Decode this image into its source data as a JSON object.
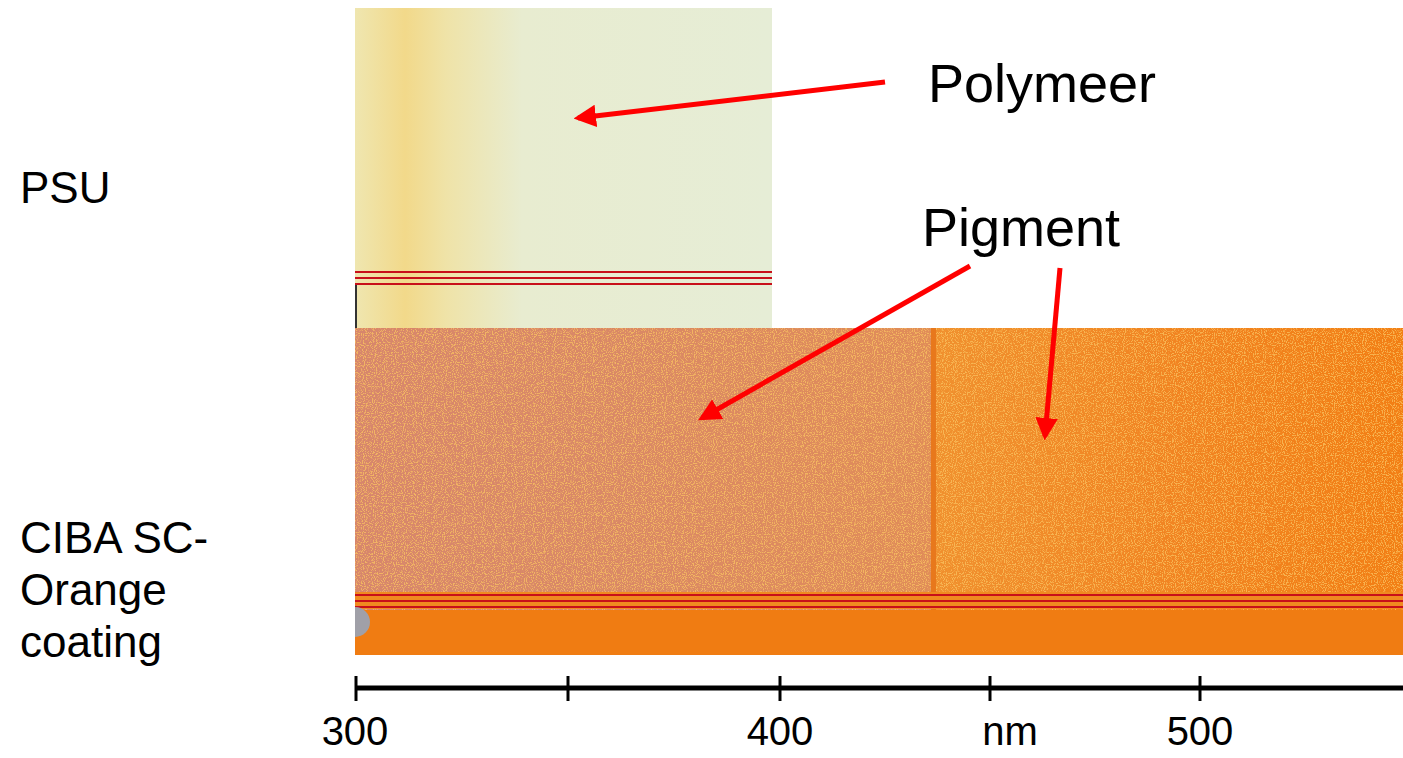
{
  "diagram": {
    "labels": [
      "PSU",
      "Polymeer",
      "Pigment",
      "CIBA SC-Orange coating",
      "300",
      "400",
      "nm",
      "500"
    ]
  }
}
